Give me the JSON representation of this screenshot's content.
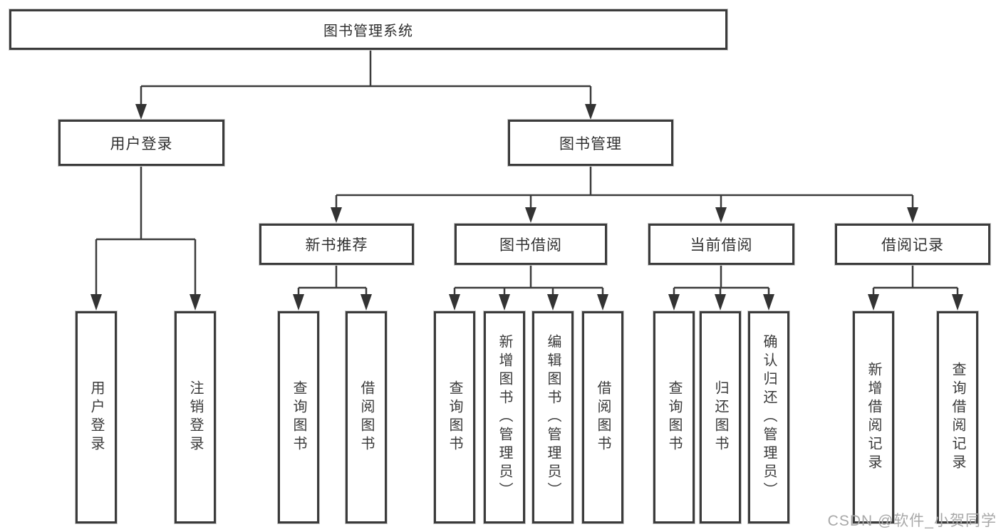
{
  "diagram": {
    "title": "图书管理系统",
    "level2": {
      "user_login": "用户登录",
      "book_management": "图书管理"
    },
    "level3": {
      "new_book_recommend": "新书推荐",
      "book_borrow": "图书借阅",
      "current_borrow": "当前借阅",
      "borrow_records": "借阅记录"
    },
    "leaves": {
      "user_login": [
        "用户登录",
        "注销登录"
      ],
      "new_book_recommend": [
        "查询图书",
        "借阅图书"
      ],
      "book_borrow": [
        "查询图书",
        "新增图书（管理员）",
        "编辑图书（管理员）",
        "借阅图书"
      ],
      "current_borrow": [
        "查询图书",
        "归还图书",
        "确认归还（管理员）"
      ],
      "borrow_records": [
        "新增借阅记录",
        "查询借阅记录"
      ]
    },
    "watermark": "CSDN @软件_小贺同学",
    "colors": {
      "line": "#3b3b3b",
      "box_border": "#3b3b3b",
      "text": "#303030",
      "watermark": "#a8a8a8",
      "background": "#ffffff"
    }
  }
}
